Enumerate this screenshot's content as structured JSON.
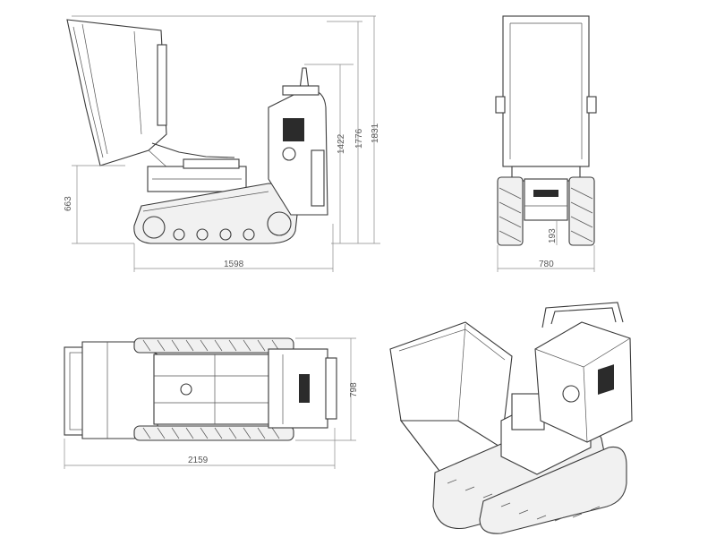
{
  "dimensions": {
    "side_length": "1598",
    "side_height_lower": "663",
    "side_height_1": "1422",
    "side_height_2": "1776",
    "side_height_3": "1831",
    "front_width": "780",
    "front_clearance": "193",
    "top_length": "2159",
    "top_width": "798"
  },
  "views": [
    "side-view",
    "front-view",
    "top-view",
    "isometric-view"
  ],
  "colors": {
    "line": "#3a3a3a",
    "dimension": "#8a8a8a",
    "fill": "#2b2b2b"
  }
}
